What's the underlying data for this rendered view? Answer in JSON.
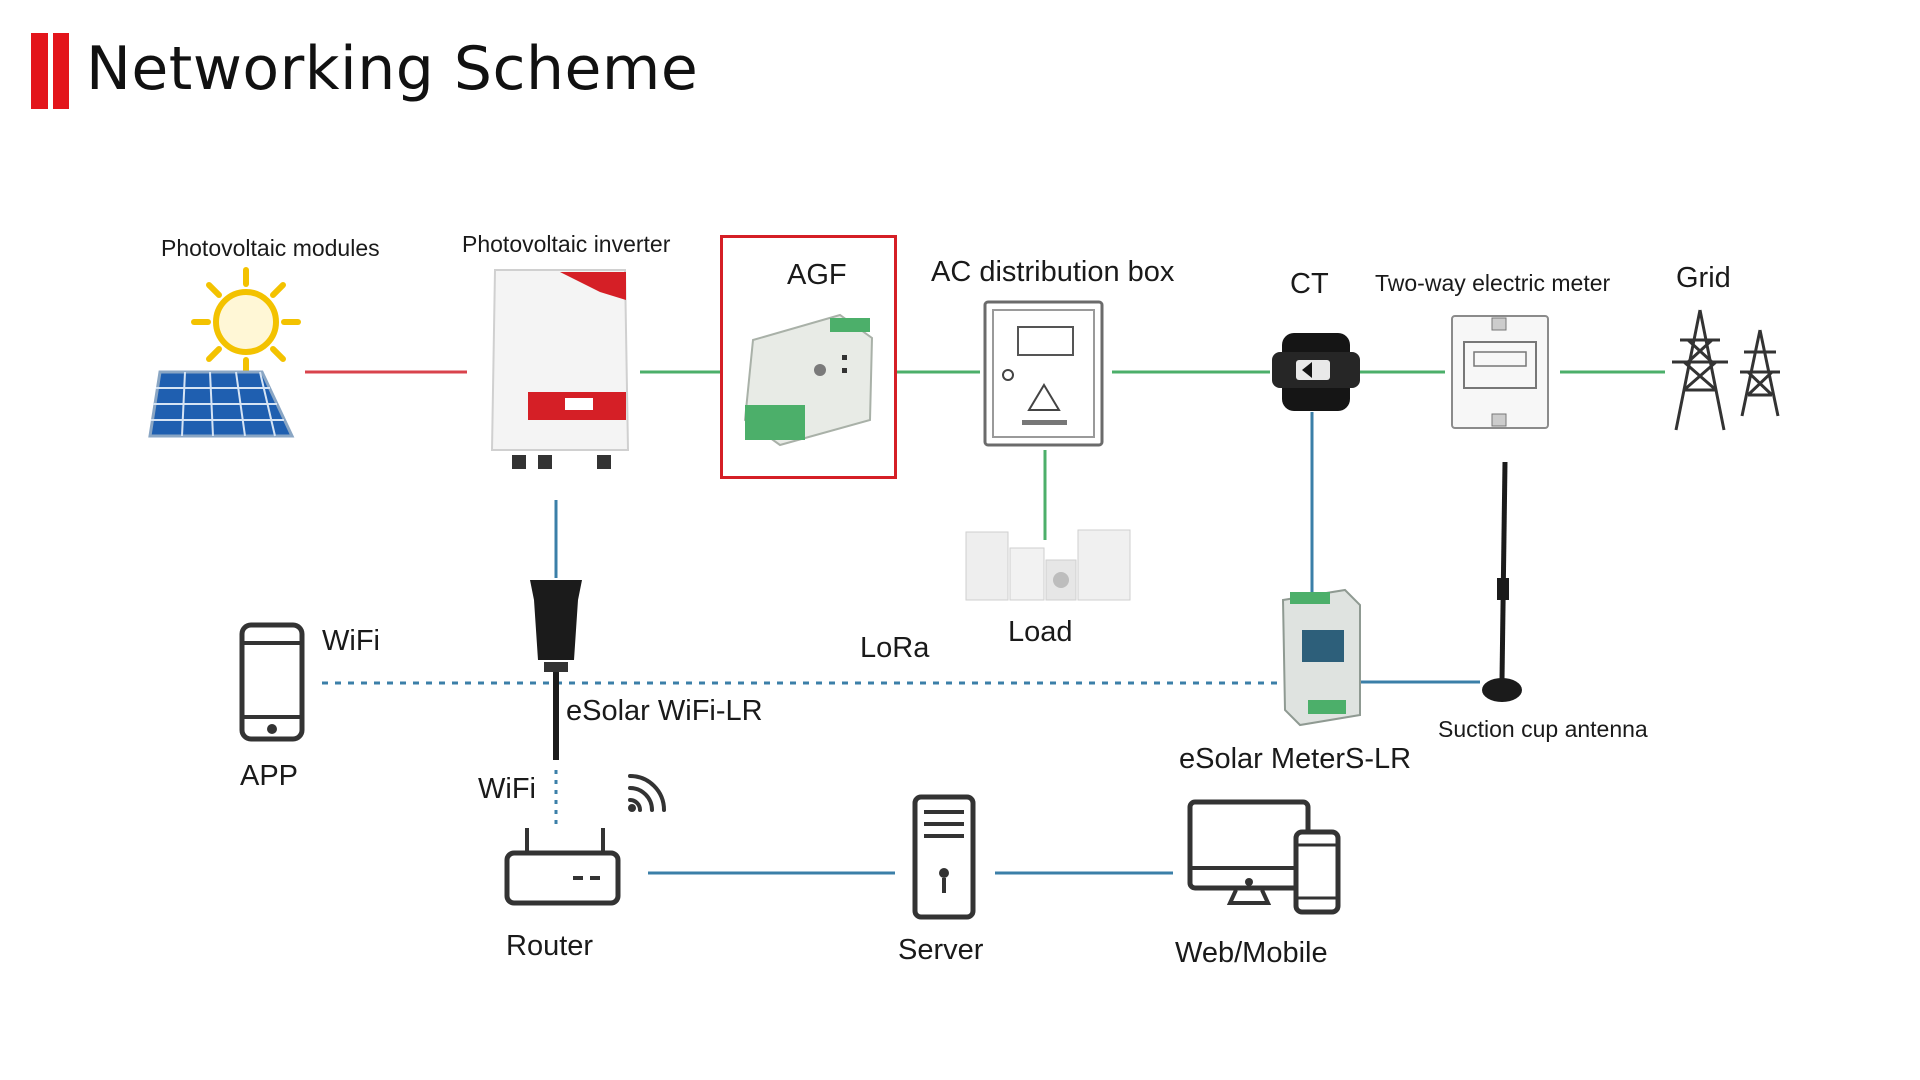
{
  "header": {
    "title": "Networking Scheme"
  },
  "labels": {
    "pv_modules": "Photovoltaic modules",
    "pv_inverter": "Photovoltaic inverter",
    "agf": "AGF",
    "ac_box": "AC distribution box",
    "ct": "CT",
    "meter": "Two-way electric meter",
    "grid": "Grid",
    "load": "Load",
    "wifi_app": "WiFi",
    "app": "APP",
    "lora": "LoRa",
    "esolar_wifi": "eSolar WiFi-LR",
    "wifi_router": "WiFi",
    "router": "Router",
    "server": "Server",
    "web_mobile": "Web/Mobile",
    "meters_lr": "eSolar MeterS-LR",
    "antenna": "Suction cup antenna"
  },
  "colors": {
    "accent": "#e3151b",
    "power_dc": "#d9434c",
    "power_ac": "#4caf6a",
    "data": "#3b7fa8"
  }
}
